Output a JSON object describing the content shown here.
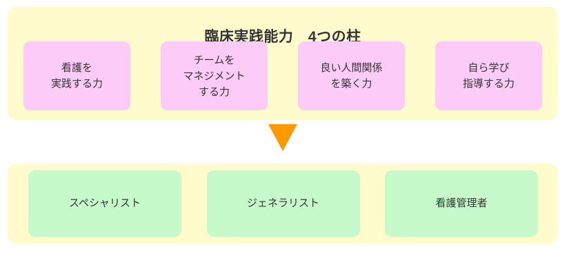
{
  "diagram": {
    "title": "臨床実践能力　4つの柱",
    "colors": {
      "panel_background": "#FFFBCC",
      "pillar_box": "#FDCBF7",
      "role_box": "#C6FACB",
      "arrow": "#FF9900",
      "text": "#333333",
      "page_background": "#FFFFFF"
    },
    "pillars": [
      {
        "id": "nursing-practice",
        "lines": [
          "看護を",
          "実践する力"
        ]
      },
      {
        "id": "team-management",
        "lines": [
          "チームを",
          "マネジメント",
          "する力"
        ]
      },
      {
        "id": "human-relations",
        "lines": [
          "良い人間関係",
          "を築く力"
        ]
      },
      {
        "id": "self-learning-teaching",
        "lines": [
          "自ら学び",
          "指導する力"
        ]
      }
    ],
    "arrow": {
      "direction": "down",
      "name": "down-arrow-icon"
    },
    "roles": [
      {
        "id": "specialist",
        "label": "スペシャリスト"
      },
      {
        "id": "generalist",
        "label": "ジェネラリスト"
      },
      {
        "id": "nurse-manager",
        "label": "看護管理者"
      }
    ]
  }
}
